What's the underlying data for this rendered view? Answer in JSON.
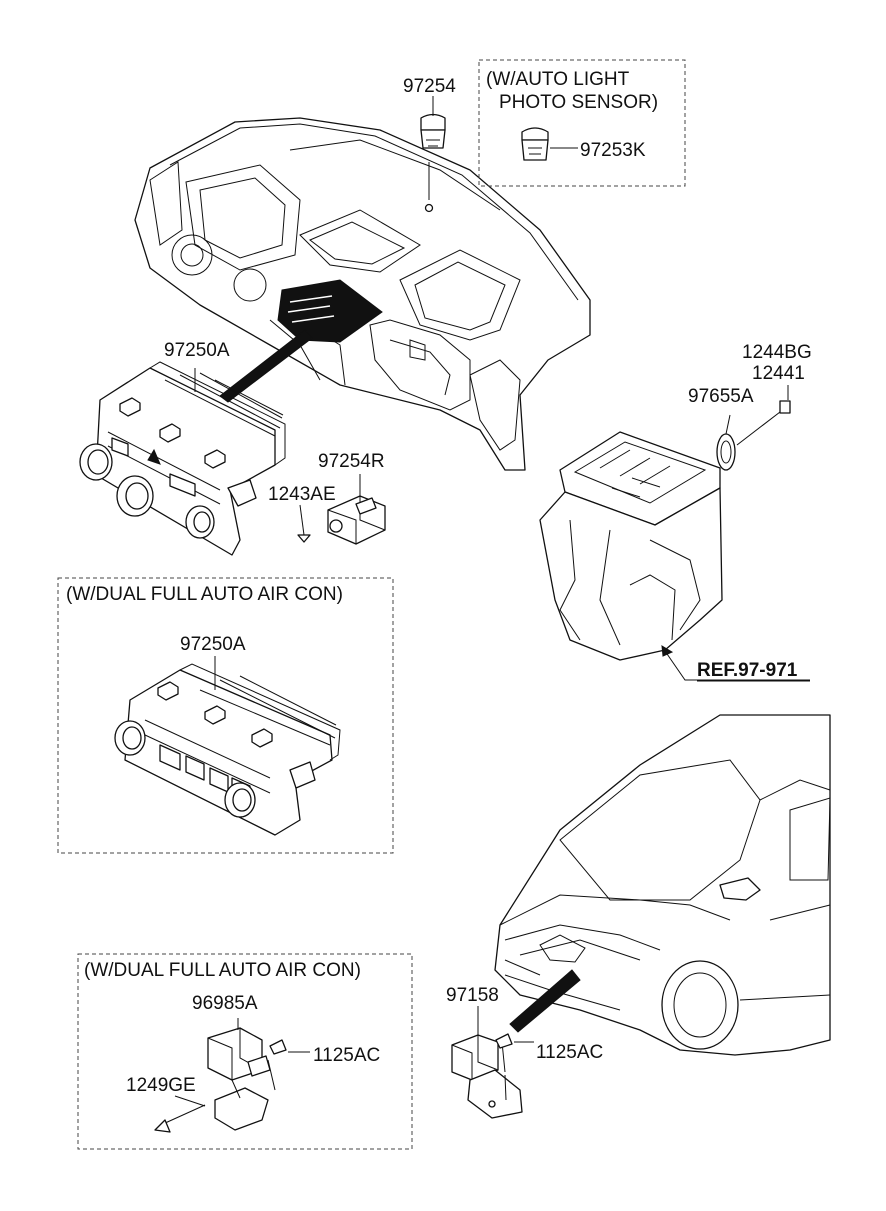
{
  "labels": {
    "auto_light_box": [
      "(W/AUTO LIGHT",
      "PHOTO SENSOR)"
    ],
    "p97254": "97254",
    "p97253k": "97253K",
    "p97250a_top": "97250A",
    "p97254r": "97254R",
    "p1243ae": "1243AE",
    "p1244bg": "1244BG",
    "p12441": "12441",
    "p97655a": "97655A",
    "ref": "REF.97-971",
    "dual_box_1": "(W/DUAL FULL AUTO AIR CON)",
    "p97250a_dual": "97250A",
    "dual_box_2": "(W/DUAL FULL AUTO AIR CON)",
    "p96985a": "96985A",
    "p1125ac_left": "1125AC",
    "p1249ge": "1249GE",
    "p97158": "97158",
    "p1125ac_right": "1125AC"
  }
}
